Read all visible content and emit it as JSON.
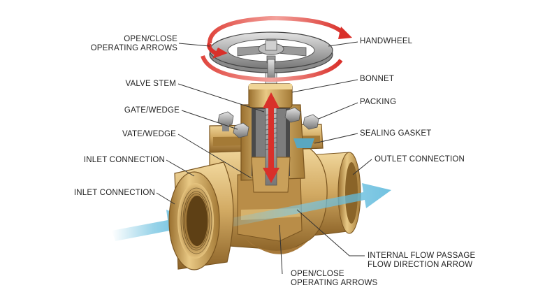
{
  "labels": {
    "open_close_top_line1": "OPEN/CLOSE",
    "open_close_top_line2": "OPERATING ARROWS",
    "handwheel": "HANDWHEEL",
    "valve_stem": "VALVE STEM",
    "bonnet": "BONNET",
    "gate_wedge": "GATE/WEDGE",
    "packing": "PACKING",
    "vate_wedge": "VATE/WEDGE",
    "sealing_gasket": "SEALING GASKET",
    "inlet_connection_1": "INLET CONNECTION",
    "outlet_connection": "OUTLET CONNECTION",
    "inlet_connection_2": "INLET CONNECTION",
    "internal_flow_line1": "INTERNAL FLOW PASSAGE",
    "internal_flow_line2": "FLOW DIRECTION ARROW",
    "open_close_bottom_line1": "OPEN/CLOSE",
    "open_close_bottom_line2": "OPERATING ARROWS"
  },
  "colors": {
    "brass_light": "#e8c784",
    "brass_mid": "#c9a05a",
    "brass_dark": "#8a6428",
    "steel_light": "#d6d6d6",
    "steel_dark": "#6e6e6e",
    "arrow_red": "#d9302a",
    "flow_blue": "#7ec8e3",
    "leader_line": "#333333"
  }
}
